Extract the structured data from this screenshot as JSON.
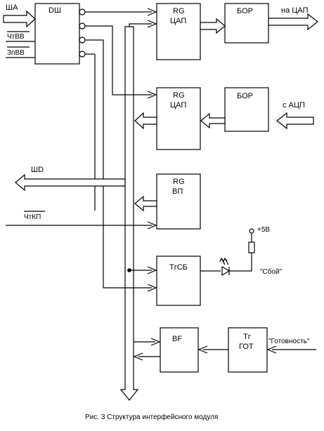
{
  "blocks": {
    "dsh": "DШ",
    "rg_dac_top": "RG",
    "rg_dac_top_sub": "ЦАП",
    "bor_top": "БОР",
    "rg_dac_mid": "RG",
    "rg_dac_mid_sub": "ЦАП",
    "bor_mid": "БОР",
    "rg_vp": "RG",
    "rg_vp_sub": "ВП",
    "trsb": "ТгСБ",
    "bf": "BF",
    "tg_got": "Тг",
    "tg_got_sub": "ГОТ"
  },
  "labels": {
    "sha": "ША",
    "chtvv": "ЧтВВ",
    "zpvv": "ЗпВВ",
    "shd": "ШD",
    "chtkp": "ЧтКП",
    "na_dac": "на ЦАП",
    "s_adc": "с АЦП",
    "plus5v": "+5В",
    "sboi": "\"Сбой\"",
    "gotovnost": "\"Готовность\""
  },
  "caption": "Рис. 3 Структура интерфейсного модуля"
}
